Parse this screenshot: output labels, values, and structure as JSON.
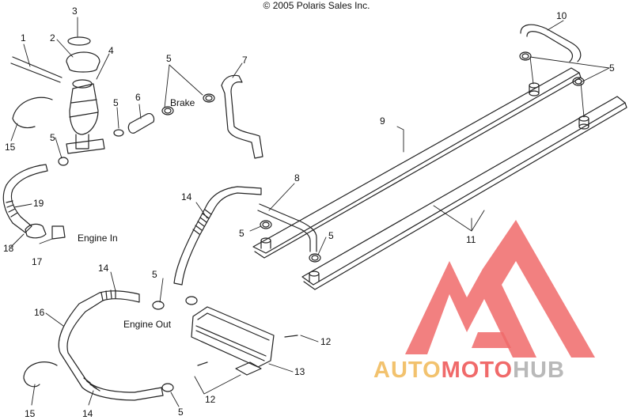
{
  "copyright": "© 2005 Polaris Sales Inc.",
  "callouts": [
    {
      "id": "c1",
      "text": "1"
    },
    {
      "id": "c2",
      "text": "2"
    },
    {
      "id": "c3",
      "text": "3"
    },
    {
      "id": "c4",
      "text": "4"
    },
    {
      "id": "c5a",
      "text": "5"
    },
    {
      "id": "c5b",
      "text": "5"
    },
    {
      "id": "c5c",
      "text": "5"
    },
    {
      "id": "c5d",
      "text": "5"
    },
    {
      "id": "c5e",
      "text": "5"
    },
    {
      "id": "c5f",
      "text": "5"
    },
    {
      "id": "c5g",
      "text": "5"
    },
    {
      "id": "c5h",
      "text": "5"
    },
    {
      "id": "c6",
      "text": "6"
    },
    {
      "id": "c7",
      "text": "7"
    },
    {
      "id": "c8",
      "text": "8"
    },
    {
      "id": "c9",
      "text": "9"
    },
    {
      "id": "c10",
      "text": "10"
    },
    {
      "id": "c11",
      "text": "11"
    },
    {
      "id": "c12a",
      "text": "12"
    },
    {
      "id": "c12b",
      "text": "12"
    },
    {
      "id": "c13",
      "text": "13"
    },
    {
      "id": "c14a",
      "text": "14"
    },
    {
      "id": "c14b",
      "text": "14"
    },
    {
      "id": "c14c",
      "text": "14"
    },
    {
      "id": "c15a",
      "text": "15"
    },
    {
      "id": "c15b",
      "text": "15"
    },
    {
      "id": "c16",
      "text": "16"
    },
    {
      "id": "c17",
      "text": "17"
    },
    {
      "id": "c18",
      "text": "18"
    },
    {
      "id": "c19",
      "text": "19"
    }
  ],
  "labels": {
    "brake": "Brake",
    "engine_in": "Engine In",
    "engine_out": "Engine Out"
  },
  "watermark": {
    "part1": "AUTO",
    "part2": "MOTO",
    "part3": "HUB",
    "colors": {
      "auto": "#f2c26e",
      "moto": "#f06a6a",
      "hub": "#b9b9b9",
      "logo": "#f06a6a"
    }
  }
}
